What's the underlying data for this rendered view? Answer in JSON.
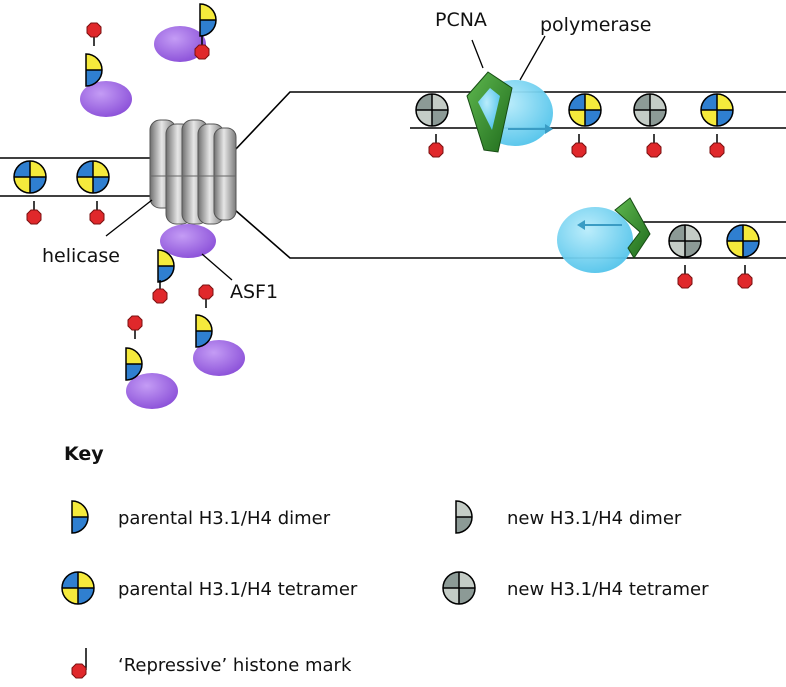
{
  "labels": {
    "pcna": "PCNA",
    "polymerase": "polymerase",
    "helicase": "helicase",
    "asf1": "ASF1"
  },
  "key": {
    "title": "Key",
    "parental_dimer": "parental H3.1/H4 dimer",
    "new_dimer": "new H3.1/H4 dimer",
    "parental_tetramer": "parental H3.1/H4 tetramer",
    "new_tetramer": "new H3.1/H4 tetramer",
    "repressive_mark": "‘Repressive’ histone mark"
  },
  "colors": {
    "parental_yellow": "#f5ea3c",
    "parental_blue": "#2f7fd0",
    "new_gray_light": "#c4ccc6",
    "new_gray_dark": "#8c9a96",
    "repressive_red": "#e0282b",
    "asf1_purple": "#9b64e0",
    "polymerase_cyan": "#5ccbef",
    "pcna_green": "#2f8a2a",
    "helicase_gray": "#9a9a9a"
  }
}
